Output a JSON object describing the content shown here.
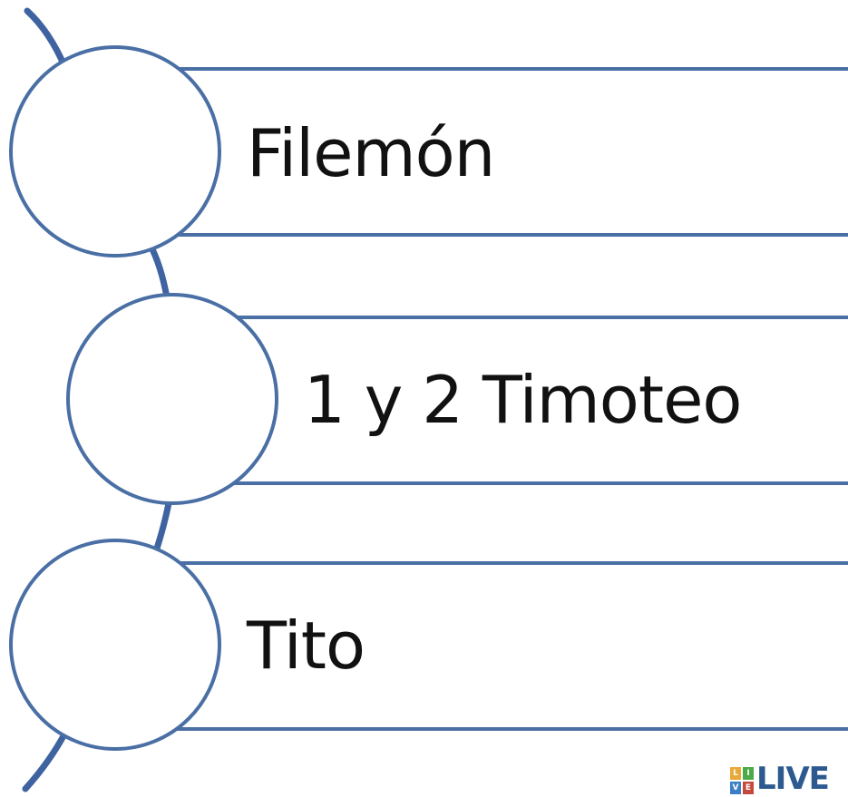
{
  "diagram": {
    "type": "vertical-circle-list",
    "accent_color": "#4a6fa5",
    "spine_color": "#3f63a0",
    "items": [
      {
        "label": "Filemón"
      },
      {
        "label": "1 y 2 Timoteo"
      },
      {
        "label": "Tito"
      }
    ]
  },
  "logo": {
    "text": "LIVE",
    "mark_letters": [
      "L",
      "I",
      "V",
      "E"
    ]
  }
}
